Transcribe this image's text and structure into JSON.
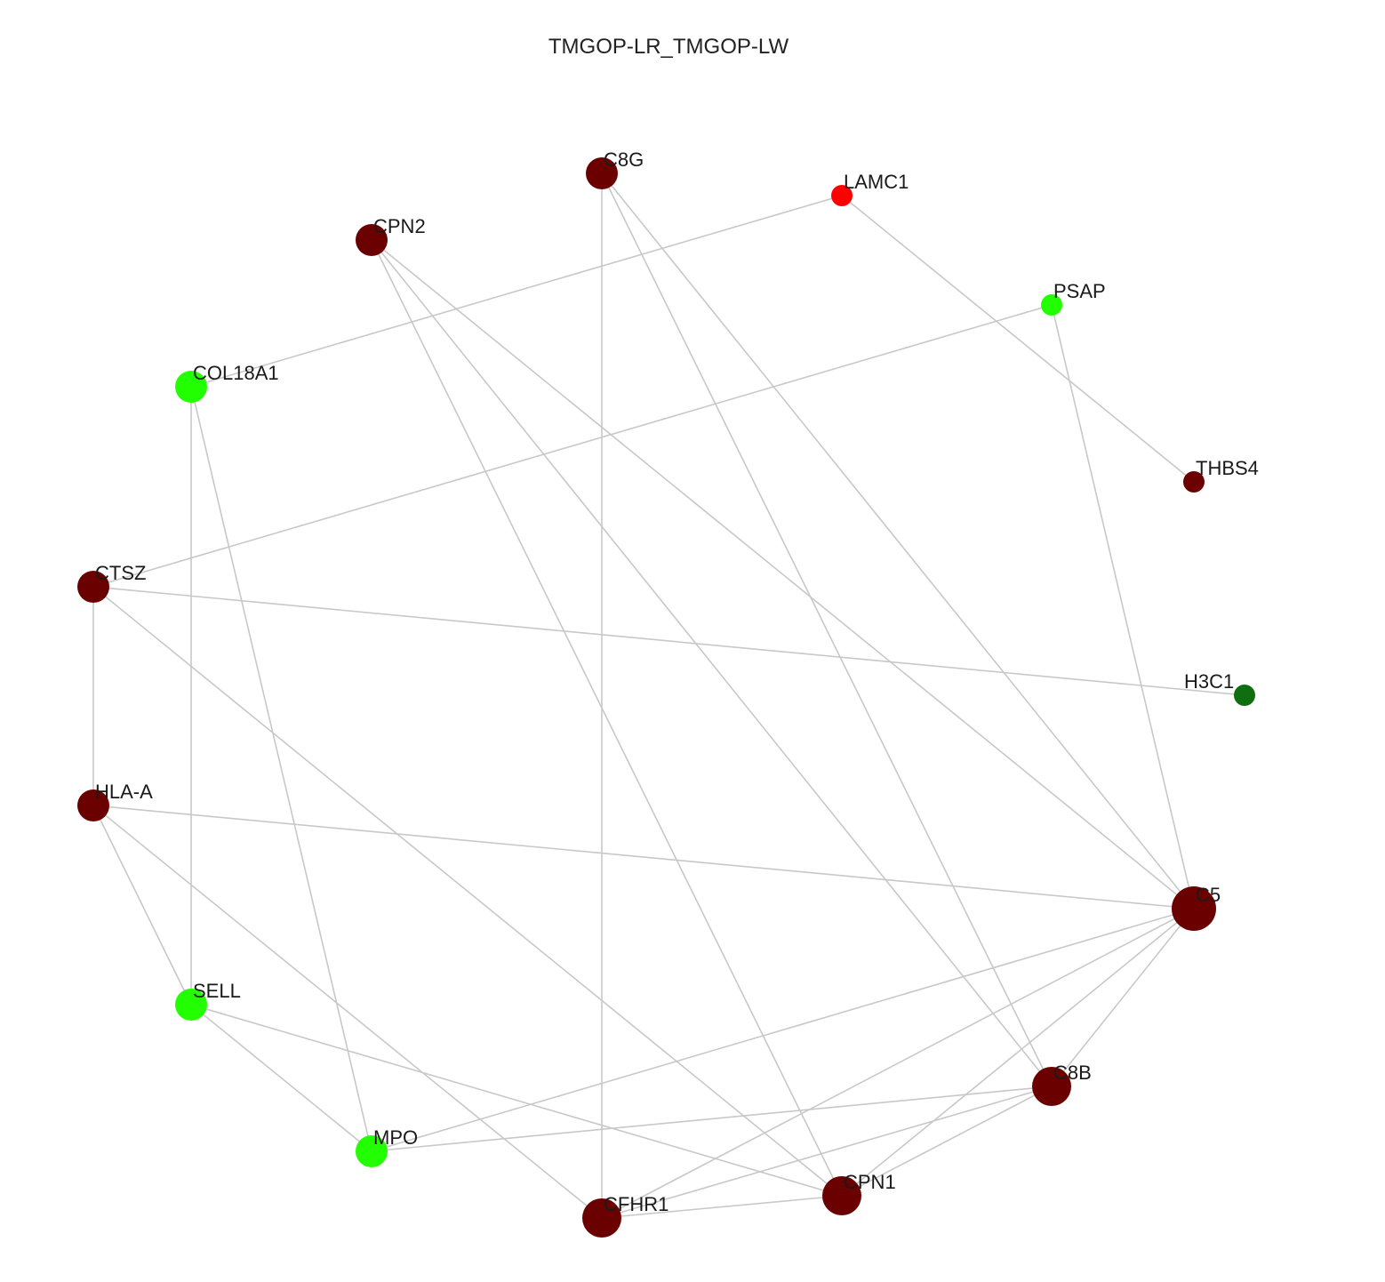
{
  "title": "TMGOP-LR_TMGOP-LW",
  "colors": {
    "dark_red": "#6b0000",
    "red": "#ff0000",
    "light_green": "#22ff00",
    "dark_green": "#0f6e0f",
    "edge": "#c8c8c8"
  },
  "nodes": [
    {
      "id": "C8G",
      "label": "C8G",
      "color": "dark_red",
      "size": "medium"
    },
    {
      "id": "LAMC1",
      "label": "LAMC1",
      "color": "red",
      "size": "small"
    },
    {
      "id": "CPN2",
      "label": "CPN2",
      "color": "dark_red",
      "size": "medium"
    },
    {
      "id": "PSAP",
      "label": "PSAP",
      "color": "light_green",
      "size": "small"
    },
    {
      "id": "COL18A1",
      "label": "COL18A1",
      "color": "light_green",
      "size": "medium"
    },
    {
      "id": "THBS4",
      "label": "THBS4",
      "color": "dark_red",
      "size": "small"
    },
    {
      "id": "CTSZ",
      "label": "CTSZ",
      "color": "dark_red",
      "size": "medium"
    },
    {
      "id": "H3C1",
      "label": "H3C1",
      "color": "dark_green",
      "size": "small"
    },
    {
      "id": "HLA-A",
      "label": "HLA-A",
      "color": "dark_red",
      "size": "medium"
    },
    {
      "id": "C5",
      "label": "C5",
      "color": "dark_red",
      "size": "large"
    },
    {
      "id": "SELL",
      "label": "SELL",
      "color": "light_green",
      "size": "medium"
    },
    {
      "id": "C8B",
      "label": "C8B",
      "color": "dark_red",
      "size": "large"
    },
    {
      "id": "MPO",
      "label": "MPO",
      "color": "light_green",
      "size": "medium"
    },
    {
      "id": "CPN1",
      "label": "CPN1",
      "color": "dark_red",
      "size": "large"
    },
    {
      "id": "CFHR1",
      "label": "CFHR1",
      "color": "dark_red",
      "size": "large"
    }
  ],
  "edges": [
    [
      "C8G",
      "CFHR1"
    ],
    [
      "C8G",
      "C8B"
    ],
    [
      "C8G",
      "C5"
    ],
    [
      "LAMC1",
      "COL18A1"
    ],
    [
      "LAMC1",
      "THBS4"
    ],
    [
      "CPN2",
      "CPN1"
    ],
    [
      "CPN2",
      "C8B"
    ],
    [
      "CPN2",
      "C5"
    ],
    [
      "PSAP",
      "CTSZ"
    ],
    [
      "PSAP",
      "C5"
    ],
    [
      "COL18A1",
      "SELL"
    ],
    [
      "COL18A1",
      "MPO"
    ],
    [
      "CTSZ",
      "H3C1"
    ],
    [
      "CTSZ",
      "HLA-A"
    ],
    [
      "CTSZ",
      "CPN1"
    ],
    [
      "HLA-A",
      "C5"
    ],
    [
      "HLA-A",
      "SELL"
    ],
    [
      "HLA-A",
      "CFHR1"
    ],
    [
      "SELL",
      "MPO"
    ],
    [
      "SELL",
      "CPN1"
    ],
    [
      "MPO",
      "C5"
    ],
    [
      "MPO",
      "C8B"
    ],
    [
      "CFHR1",
      "CPN1"
    ],
    [
      "CFHR1",
      "C8B"
    ],
    [
      "CFHR1",
      "C5"
    ],
    [
      "CPN1",
      "C8B"
    ],
    [
      "CPN1",
      "C5"
    ],
    [
      "C8B",
      "C5"
    ]
  ]
}
